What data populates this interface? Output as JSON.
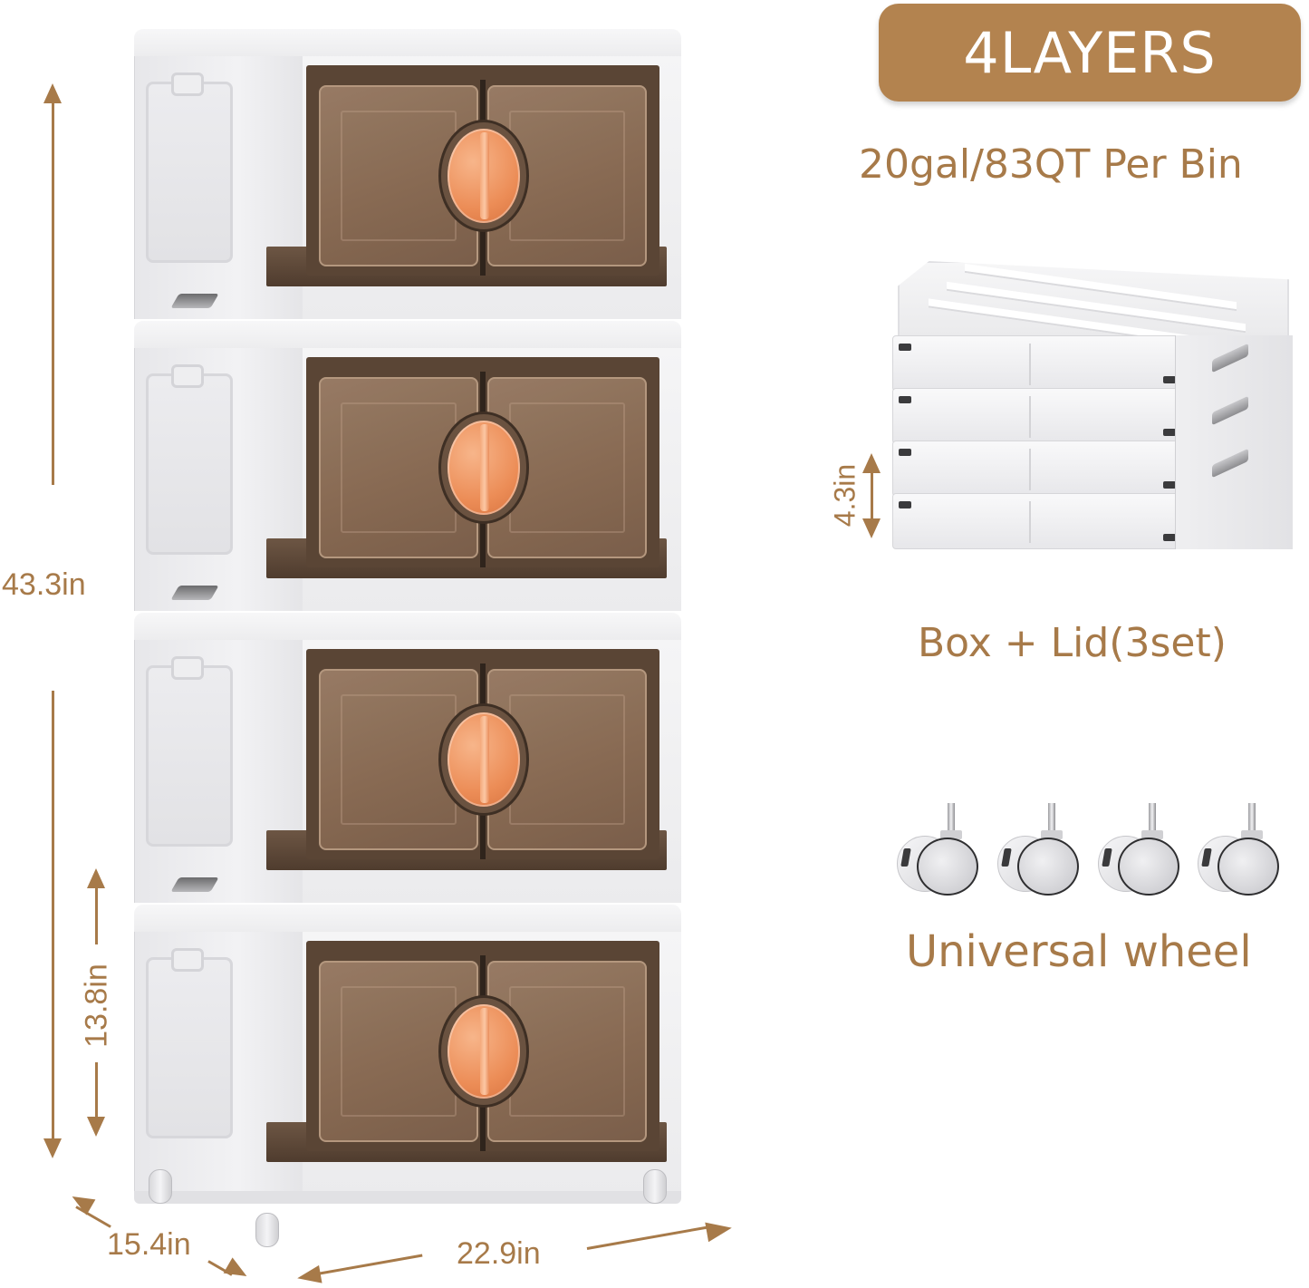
{
  "badge": {
    "label": "4LAYERS",
    "color": "#b3834f",
    "text_color": "#ffffff"
  },
  "captions": {
    "capacity": "20gal/83QT Per Bin",
    "folded": "Box + Lid(3set)",
    "wheels": "Universal wheel"
  },
  "dimensions": {
    "total_height": "43.3in",
    "layer_height": "13.8in",
    "depth": "15.4in",
    "width": "22.9in",
    "folded_height": "4.3in"
  },
  "product": {
    "layers": 4,
    "folded_units": 4,
    "wheel_count": 4
  },
  "colors": {
    "accent": "#a77a49",
    "knob": "#ec8d57",
    "door_tint": "#8a6c55",
    "frame_dark": "#5a4535",
    "body_white": "#f2f2f4"
  }
}
